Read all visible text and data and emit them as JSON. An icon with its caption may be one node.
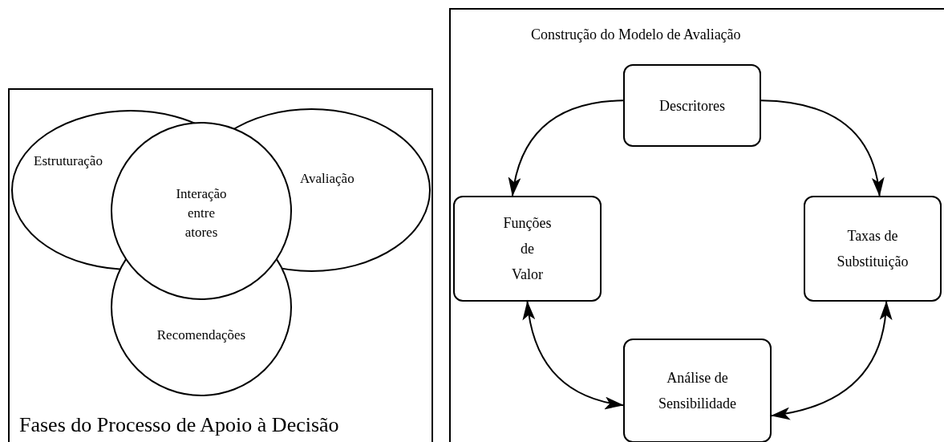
{
  "diagram": {
    "nodes": [
      {
        "text": [
          "Fases do Processo de Apoio à Decisão"
        ]
      },
      {
        "text": [
          "Estruturação"
        ],
        "in": 0
      },
      {
        "text": [
          "Interação entre atores"
        ],
        "in": 0
      },
      {
        "text": [
          "Avaliação"
        ],
        "in": 0
      },
      {
        "text": [
          "Recomendações"
        ],
        "in": 0
      },
      {
        "text": [
          "Construção do Modelo de Avaliação"
        ]
      },
      {
        "text": [
          "Descritores"
        ],
        "in": 5
      },
      {
        "text": [
          "Funções de Valor"
        ],
        "in": 5
      },
      {
        "text": [
          "Taxas de Substituição"
        ],
        "in": 5
      },
      {
        "text": [
          "Análise de Sensibilidade"
        ],
        "in": 5
      }
    ],
    "edges": [
      {
        "from": 6,
        "to": 7,
        "arrow": "to"
      },
      {
        "from": 6,
        "to": 8,
        "arrow": "to"
      },
      {
        "from": 7,
        "to": 9,
        "arrow": "both"
      },
      {
        "from": 8,
        "to": 9,
        "arrow": "both"
      }
    ]
  }
}
